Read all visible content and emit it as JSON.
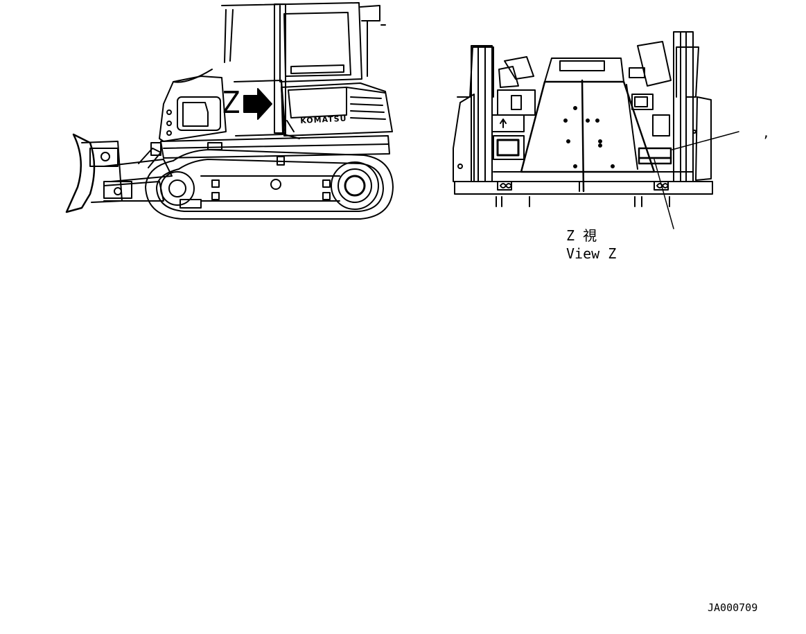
{
  "labels": {
    "view_letter": "Z",
    "view_jp": "Z 視",
    "view_en": "View Z",
    "callout_mark": ",",
    "brand_on_machine": "KOMATSU",
    "figure_id": "JA000709"
  }
}
